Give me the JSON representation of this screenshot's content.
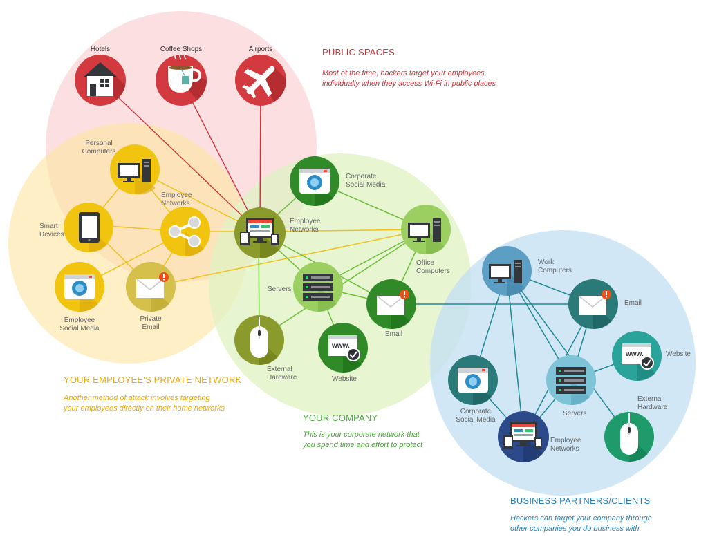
{
  "zones": {
    "public": {
      "title": "PUBLIC SPACES",
      "desc": "Most of the time, hackers target your employees\nindividually when they access Wi-Fi in public places",
      "color": "#c9343a",
      "fill": "#fbd9da"
    },
    "private": {
      "title": "YOUR EMPLOYEE'S PRIVATE NETWORK",
      "desc": "Another method of attack involves targeting\nyour employees directly on their home networks",
      "color": "#e8a90e",
      "fill": "#fde6a8"
    },
    "company": {
      "title": "YOUR COMPANY",
      "desc": "This is your corporate network that\nyou spend time and effort to protect",
      "color": "#4aa53a",
      "fill": "#e0f2c4"
    },
    "partners": {
      "title": "BUSINESS PARTNERS/CLIENTS",
      "desc": "Hackers can target your company through\nother companies you do business with",
      "color": "#2a7fb0",
      "fill": "#c8e2f5"
    }
  },
  "nodes": {
    "hotels": "Hotels",
    "coffee": "Coffee Shops",
    "airports": "Airports",
    "personal_computers": "Personal\nComputers",
    "smart_devices": "Smart\nDevices",
    "employee_networks_private": "Employee\nNetworks",
    "employee_social_media": "Employee\nSocial Media",
    "private_email": "Private\nEmail",
    "employee_networks_center": "Employee\nNetworks",
    "corporate_social_media": "Corporate\nSocial Media",
    "office_computers": "Office\nComputers",
    "servers": "Servers",
    "email_company": "Email",
    "external_hardware": "External\nHardware",
    "website_company": "Website",
    "work_computers": "Work\nComputers",
    "email_partner": "Email",
    "website_partner": "Website",
    "servers_partner": "Servers",
    "corporate_social_media_partner": "Corporate\nSocial Media",
    "employee_networks_partner": "Employee\nNetworks",
    "external_hardware_partner": "External\nHardware"
  },
  "icons": {
    "hotels": "house-icon",
    "coffee": "coffee-cup-icon",
    "airports": "airplane-icon",
    "computer": "desktop-computer-icon",
    "tablet": "tablet-icon",
    "share": "share-network-icon",
    "camera": "camera-icon",
    "email": "envelope-alert-icon",
    "dashboard": "dashboard-screens-icon",
    "servers": "server-rack-icon",
    "mouse": "mouse-icon",
    "website": "www-checkmark-icon"
  },
  "www_text": "www."
}
